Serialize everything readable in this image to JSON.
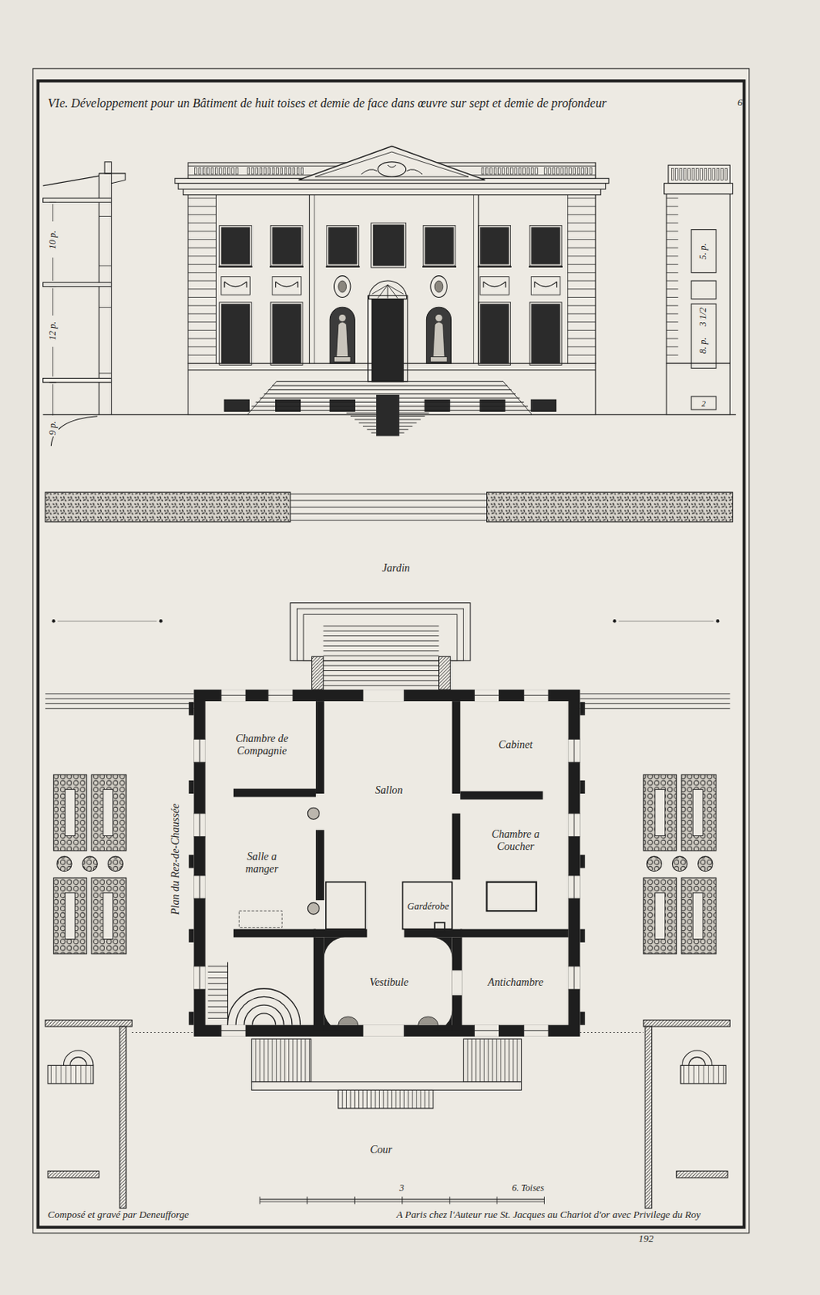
{
  "diagram": {
    "title": "VIe. Développement pour un Bâtiment de huit toises et demie de face dans œuvre sur sept et demie de profondeur",
    "nodes": [
      {
        "text": [
          "Plan du Rez-de-Chaussée"
        ]
      },
      {
        "text": [
          "Chambre de Compagnie"
        ],
        "in": 0
      },
      {
        "text": [
          "Cabinet"
        ],
        "in": 0
      },
      {
        "text": [
          "Sallon"
        ],
        "in": 0
      },
      {
        "text": [
          "Chambre a Coucher"
        ],
        "in": 0
      },
      {
        "text": [
          "Salle a manger"
        ],
        "in": 0
      },
      {
        "text": [
          "Gardérobe"
        ],
        "in": 0
      },
      {
        "text": [
          "Vestibule"
        ],
        "in": 0
      },
      {
        "text": [
          "Antichambre"
        ],
        "in": 0
      }
    ],
    "labels": [
      "6",
      "Jardin",
      "Cour",
      "10 p.",
      "12 p.",
      "9 p.",
      "5. p.",
      "3 1/2",
      "8. p.",
      "2",
      "3",
      "6. Toises",
      "Composé et gravé par Deneufforge",
      "A Paris chez l'Auteur rue St. Jacques au Chariot d'or avec Privilege du Roy",
      "192"
    ]
  }
}
